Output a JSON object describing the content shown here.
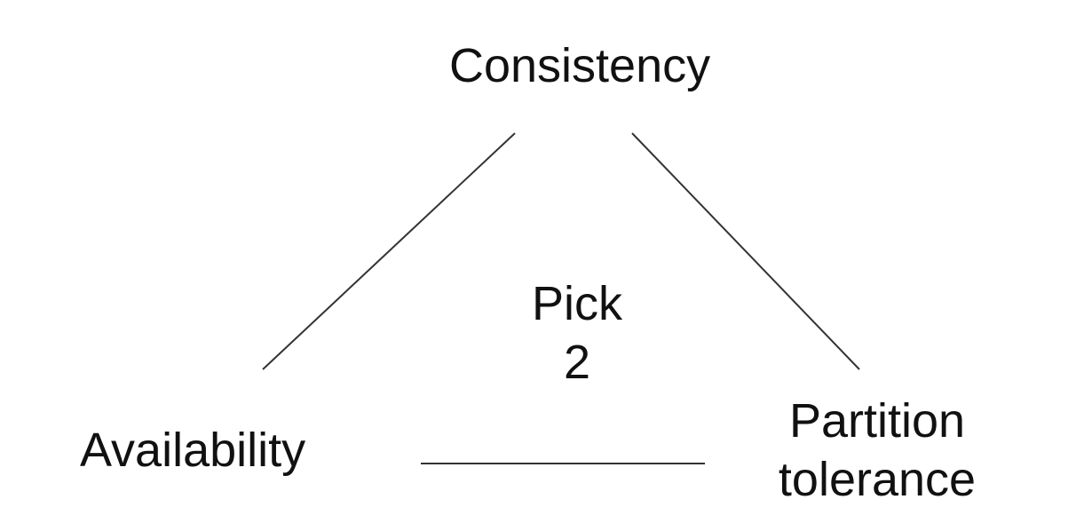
{
  "diagram": {
    "vertices": {
      "top": {
        "label": "Consistency"
      },
      "bottom_left": {
        "label": "Availability"
      },
      "bottom_right": {
        "lines": [
          "Partition",
          "tolerance"
        ]
      }
    },
    "center": {
      "lines": [
        "Pick",
        "2"
      ]
    },
    "colors": {
      "text": "#111111",
      "edge": "#333333",
      "background": "#ffffff"
    }
  }
}
